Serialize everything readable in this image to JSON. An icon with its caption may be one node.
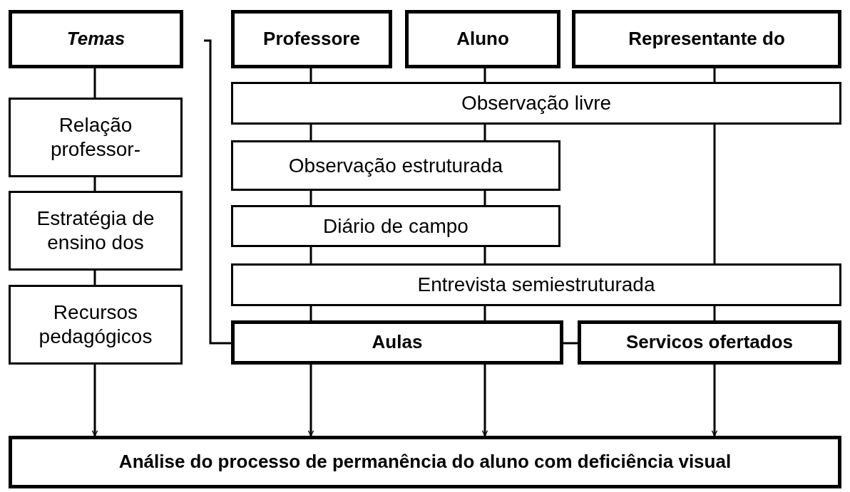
{
  "diagram": {
    "nodes": [
      {
        "text": [
          "Temas"
        ]
      },
      {
        "text": [
          "Professore"
        ]
      },
      {
        "text": [
          "Aluno"
        ]
      },
      {
        "text": [
          "Representante do"
        ]
      },
      {
        "text": [
          "Relação professor-"
        ]
      },
      {
        "text": [
          "Observação livre"
        ]
      },
      {
        "text": [
          "Observação estruturada"
        ]
      },
      {
        "text": [
          "Estratégia de ensino dos"
        ]
      },
      {
        "text": [
          "Diário de campo"
        ]
      },
      {
        "text": [
          "Entrevista semiestruturada"
        ]
      },
      {
        "text": [
          "Recursos pedagógicos"
        ]
      },
      {
        "text": [
          "Aulas"
        ]
      },
      {
        "text": [
          "Servicos ofertados"
        ]
      },
      {
        "text": [
          "Análise do processo de permanência do aluno com deficiência visual"
        ]
      }
    ],
    "edges": [
      {
        "from": 0,
        "to": 4,
        "arrow": "none"
      },
      {
        "from": 4,
        "to": 7,
        "arrow": "none"
      },
      {
        "from": 7,
        "to": 10,
        "arrow": "none"
      },
      {
        "from": 10,
        "to": 13,
        "arrow": "to"
      },
      {
        "from": 1,
        "to": 5,
        "arrow": "none"
      },
      {
        "from": 2,
        "to": 5,
        "arrow": "none"
      },
      {
        "from": 3,
        "to": 5,
        "arrow": "none"
      },
      {
        "from": 5,
        "to": 6,
        "arrow": "none"
      },
      {
        "from": 5,
        "to": 6,
        "arrow": "none"
      },
      {
        "from": 6,
        "to": 8,
        "arrow": "none"
      },
      {
        "from": 6,
        "to": 8,
        "arrow": "none"
      },
      {
        "from": 8,
        "to": 9,
        "arrow": "none"
      },
      {
        "from": 8,
        "to": 9,
        "arrow": "none"
      },
      {
        "from": 5,
        "to": 9,
        "arrow": "none"
      },
      {
        "from": 9,
        "to": 11,
        "arrow": "none"
      },
      {
        "from": 9,
        "to": 11,
        "arrow": "none"
      },
      {
        "from": 9,
        "to": 12,
        "arrow": "none"
      },
      {
        "from": 11,
        "to": 12,
        "arrow": "none"
      },
      {
        "from": null,
        "to": 11,
        "arrow": "none"
      },
      {
        "from": 11,
        "to": 13,
        "arrow": "to"
      },
      {
        "from": 11,
        "to": 13,
        "arrow": "to"
      },
      {
        "from": 12,
        "to": 13,
        "arrow": "to"
      }
    ]
  }
}
